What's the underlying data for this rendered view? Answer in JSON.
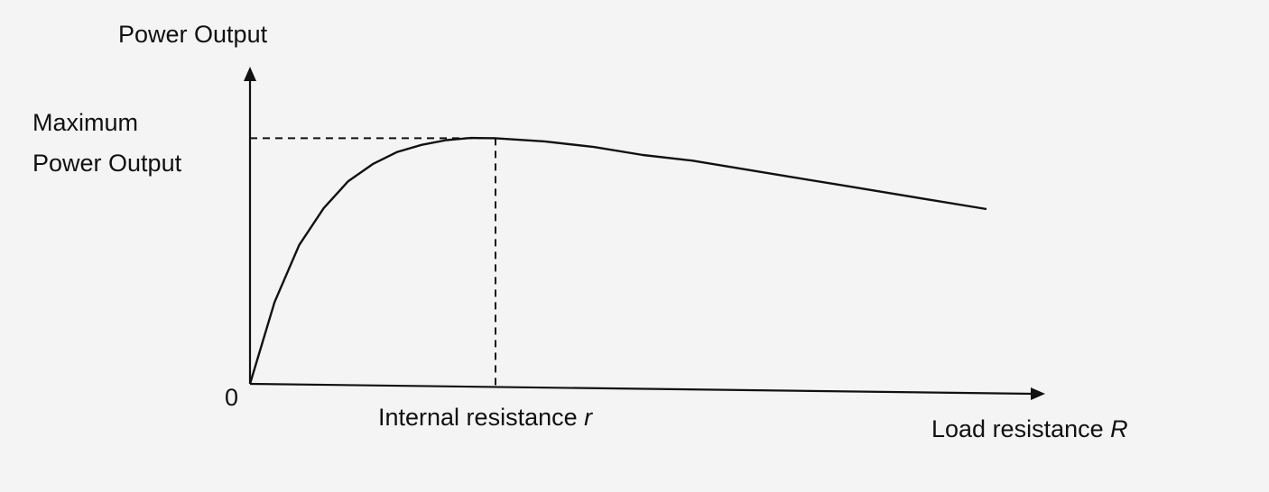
{
  "chart_data": {
    "type": "line",
    "title": "",
    "ylabel": "Power Output",
    "xlabel_prefix": "Load resistance ",
    "xlabel_symbol": "R",
    "origin_label": "0",
    "max_label_line1": "Maximum",
    "max_label_line2": "Power Output",
    "peak_label_prefix": "Internal resistance ",
    "peak_label_symbol": "r",
    "xlim": [
      0,
      3.2
    ],
    "ylim": [
      0,
      1.25
    ],
    "peak": {
      "x": 1,
      "y": 1
    },
    "series": [
      {
        "x": [
          0,
          0.1,
          0.2,
          0.3,
          0.4,
          0.5,
          0.6,
          0.7,
          0.8,
          0.9,
          1.0,
          1.2,
          1.4,
          1.6,
          1.8,
          2.0,
          2.2,
          2.4,
          2.6,
          2.8,
          3.0
        ],
        "y": [
          0,
          0.33,
          0.56,
          0.71,
          0.82,
          0.89,
          0.94,
          0.97,
          0.99,
          1.0,
          1.0,
          0.99,
          0.97,
          0.94,
          0.92,
          0.89,
          0.86,
          0.83,
          0.8,
          0.77,
          0.74
        ]
      }
    ]
  },
  "colors": {
    "ink": "#111111",
    "background": "#f4f4f4"
  }
}
